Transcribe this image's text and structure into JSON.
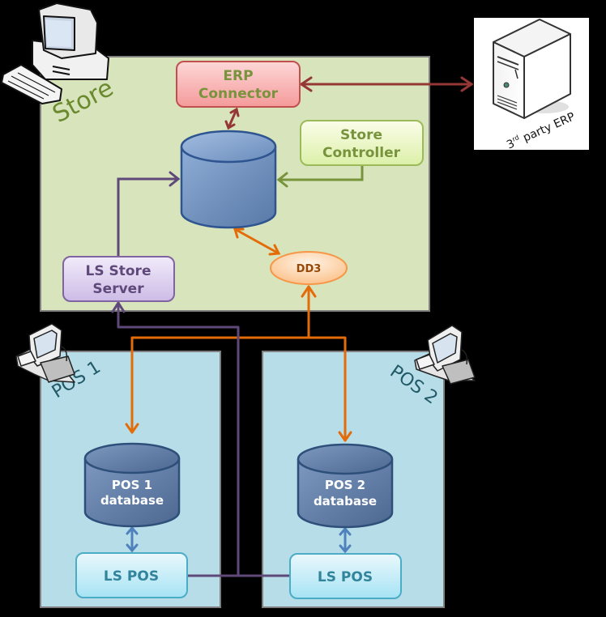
{
  "diagram": {
    "title": "LS Retail store architecture",
    "zones": {
      "store": {
        "label": "Store",
        "fill": "#d8e4bc",
        "text_color": "#6b8a2e"
      },
      "pos1": {
        "label": "POS 1",
        "fill": "#b7dde8",
        "text_color": "#215967"
      },
      "pos2": {
        "label": "POS 2",
        "fill": "#b7dde8",
        "text_color": "#215967"
      }
    },
    "nodes": {
      "erp_connector": {
        "line1": "ERP",
        "line2": "Connector",
        "text_color": "#77933c"
      },
      "store_controller": {
        "line1": "Store",
        "line2": "Controller",
        "text_color": "#77933c"
      },
      "store_database": {
        "label": ""
      },
      "ls_store_server": {
        "line1": "LS Store",
        "line2": "Server",
        "text_color": "#5f497a"
      },
      "dd3": {
        "label": "DD3",
        "text_color": "#974806"
      },
      "pos1_database": {
        "line1": "POS 1",
        "line2": "database"
      },
      "pos2_database": {
        "line1": "POS 2",
        "line2": "database"
      },
      "pos1_ls_pos": {
        "label": "LS POS",
        "text_color": "#31849b"
      },
      "pos2_ls_pos": {
        "label": "LS POS",
        "text_color": "#31849b"
      },
      "third_party_erp": {
        "label_main": "party ERP",
        "label_num": "3",
        "label_sup": "rd"
      }
    },
    "connectors": [
      {
        "from": "erp_connector",
        "to": "third_party_erp",
        "type": "bidirectional",
        "color": "#953735"
      },
      {
        "from": "erp_connector",
        "to": "store_database",
        "type": "bidirectional",
        "color": "#953735"
      },
      {
        "from": "store_controller",
        "to": "store_database",
        "type": "directed",
        "color": "#77933c"
      },
      {
        "from": "ls_store_server",
        "to": "store_database",
        "type": "directed",
        "color": "#5f497a"
      },
      {
        "from": "store_database",
        "to": "dd3",
        "type": "bidirectional",
        "color": "#e36c09"
      },
      {
        "from": "dd3",
        "to": "pos1_database",
        "type": "bidirectional",
        "color": "#e36c09"
      },
      {
        "from": "dd3",
        "to": "pos2_database",
        "type": "bidirectional",
        "color": "#e36c09"
      },
      {
        "from": "pos1_ls_pos",
        "to": "ls_store_server",
        "type": "directed",
        "color": "#5f497a"
      },
      {
        "from": "pos2_ls_pos",
        "to": "ls_store_server",
        "type": "directed",
        "color": "#5f497a"
      },
      {
        "from": "pos1_database",
        "to": "pos1_ls_pos",
        "type": "bidirectional",
        "color": "#4f81bd"
      },
      {
        "from": "pos2_database",
        "to": "pos2_ls_pos",
        "type": "bidirectional",
        "color": "#4f81bd"
      }
    ]
  }
}
